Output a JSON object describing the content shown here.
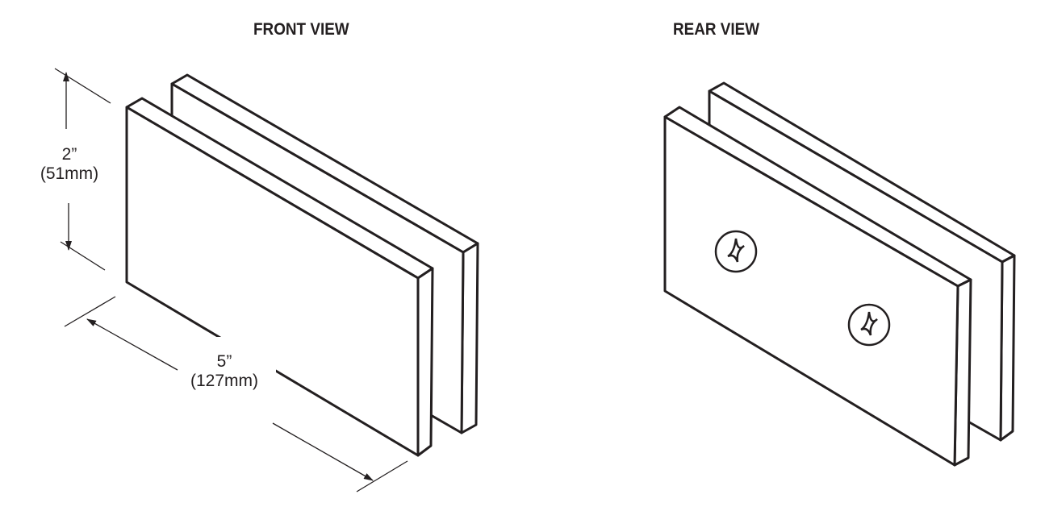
{
  "front_view": {
    "title": "FRONT VIEW",
    "height_dim": {
      "imperial": "2”",
      "metric": "(51mm)"
    },
    "width_dim": {
      "imperial": "5”",
      "metric": "(127mm)"
    }
  },
  "rear_view": {
    "title": "REAR VIEW",
    "screw_count": 2
  },
  "colors": {
    "line": "#231f20",
    "background": "#ffffff"
  }
}
